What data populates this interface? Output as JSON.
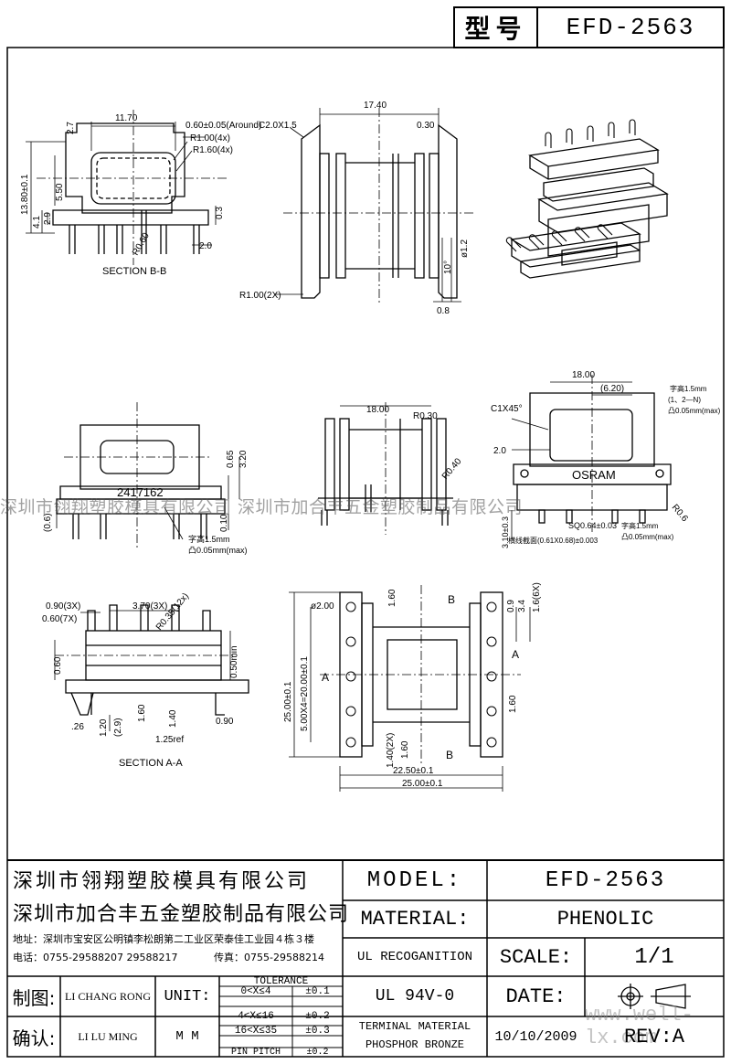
{
  "header": {
    "type_label": "型号",
    "model": "EFD-2563"
  },
  "drawing": {
    "section_bb": "SECTION B-B",
    "section_aa": "SECTION A-A",
    "part_marking": "2417162",
    "brand_marking": "OSRAM",
    "dims": {
      "d_11_70": "11.70",
      "d_0_60": "0.60±0.05(Around)",
      "d_r1": "R1.00(4x)",
      "d_r16": "R1.60(4x)",
      "d_2_7": "2.7",
      "d_13_80": "13.80±0.1",
      "d_5_50": "5.50",
      "d_4_1": "4.1",
      "d_2_9": "2.9",
      "d_0_3": "0.3",
      "d_2_0a": "2.0",
      "d_r0_6": "R0.60",
      "d_c2": "C2.0X1.5",
      "d_17_40": "17.40",
      "d_0_30": "0.30",
      "d_r1_2x": "R1.00(2X)",
      "d_10deg": "10°",
      "d_phi12": "ø1.2",
      "d_0_8": "0.8",
      "d_18_a": "18.00",
      "d_r0_30": "R0.30",
      "d_r0_40": "R0.40",
      "d_0_65": "0.65",
      "d_3_20": "3.20",
      "d_0_10": "0.10",
      "d_0_6p": "(0.6)",
      "zihao": "字高1.5mm",
      "tu": "凸0.05mm(max)",
      "d_18_b": "18.00",
      "d_6_20": "(6.20)",
      "d_c1x45": "C1X45°",
      "d_2_0b": "2.0",
      "d_r0_6b": "R0.6",
      "d_sq": "SQ0.64±0.03",
      "d_3_10": "3.10±0.3",
      "d_1_2n": "(1、2—N)",
      "d_bend": "横线截面(0.61X0.68)±0.003",
      "d_0_90_3x": "0.90(3X)",
      "d_0_60_7x": "0.60(7X)",
      "d_3_70": "3.70(3X)",
      "d_r0_35": "R0.35(12x)",
      "d_0_60c": "0.60",
      "d_0_50": "0.50min",
      "d_1_20": "1.20",
      "d_2_9p": "(2.9)",
      "d_1_60a": "1.60",
      "d_1_40": "1.40",
      "d_1_25": "1.25ref",
      "d_0_90": "0.90",
      "d_26": ".26",
      "d_phi2": "ø2.00",
      "d_1_60b": "1.60",
      "d_25a": "25.00±0.1",
      "d_5x4": "5.00X4=20.00±0.1",
      "d_1_40_2x": "1.40(2X)",
      "d_1_60c": "1.60",
      "d_22_5": "22.50±0.1",
      "d_25b": "25.00±0.1",
      "d_0_9": "0.9",
      "d_3_4": "3.4",
      "d_1_6_6x": "1.6(6X)",
      "d_1_60d": "1.60",
      "lbl_a": "A",
      "lbl_b": "B"
    }
  },
  "watermark": "深圳市翎翔塑胶模具有限公司 深圳市加合丰五金塑胶制品有限公司",
  "watermark_url": "www.well-lx.com",
  "titleblock": {
    "company1": "深圳市翎翔塑胶模具有限公司",
    "company2": "深圳市加合丰五金塑胶制品有限公司",
    "address": "地址：深圳市宝安区公明镇李松朗第二工业区荣泰佳工业园４栋３楼",
    "phone": "电话：0755-29588207  29588217",
    "fax": "传真：0755-29588214",
    "model_label": "MODEL:",
    "model_value": "EFD-2563",
    "material_label": "MATERIAL:",
    "material_value": "PHENOLIC",
    "ul_recog": "UL RECOGANITION",
    "scale_label": "SCALE:",
    "scale_value": "1/1",
    "ul_value": "UL 94V-0",
    "date_label": "DATE:",
    "date_value": "10/10/2009",
    "terminal_label": "TERMINAL MATERIAL",
    "terminal_value": "PHOSPHOR  BRONZE",
    "rev_label": "REV:A",
    "drawn_label": "制图:",
    "drawn_by": "LI CHANG RONG",
    "confirm_label": "确认:",
    "confirm_by": "LI LU MING",
    "unit_label": "UNIT:",
    "unit_value": "M M",
    "tolerance_title": "TOLERANCE",
    "tolerances": [
      {
        "range": "0<X≤4",
        "tol": "±0.1"
      },
      {
        "range": "4<X≤16",
        "tol": "±0.2"
      },
      {
        "range": "16<X≤35",
        "tol": "±0.3"
      },
      {
        "range": "PIN PITCH",
        "tol": "±0.2"
      }
    ]
  }
}
